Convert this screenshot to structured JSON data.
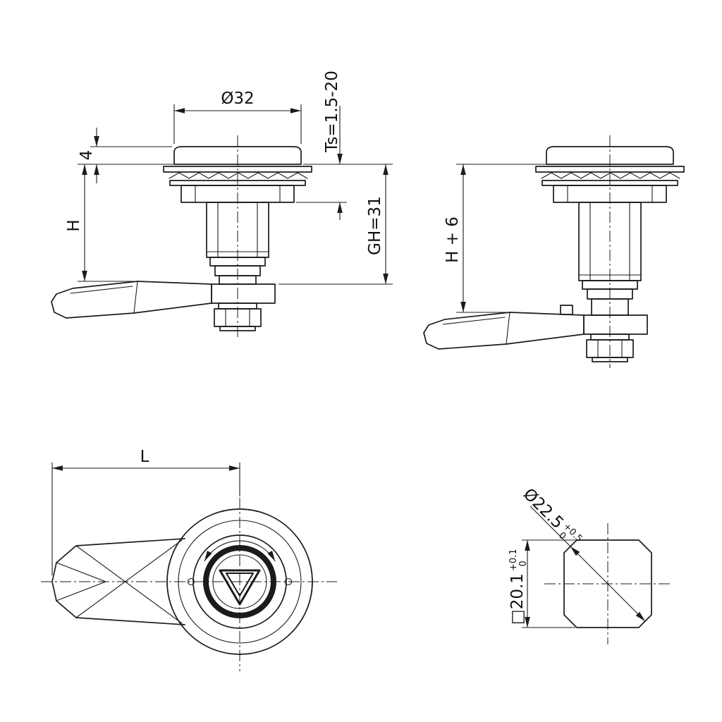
{
  "drawing": {
    "type": "technical-drawing",
    "subject": "quarter-turn compression latch with wing handle",
    "line_color": "#1b1b1b",
    "background": "#ffffff",
    "views": {
      "front": {
        "dim_diameter": "Ø32",
        "dim_panel_thickness": "Ts=1.5-20",
        "dim_head_height": "4",
        "dim_height": "H",
        "dim_grip_height": "GH=31"
      },
      "front_extended": {
        "dim_height": "H + 6"
      },
      "top": {
        "dim_length": "L"
      },
      "section": {
        "dim_across_corners": "Ø22.5",
        "dim_across_corners_tol_upper": "+0.5",
        "dim_across_corners_tol_lower": "0",
        "dim_across_flats": "□20.1",
        "dim_across_flats_tol_upper": "+0.1",
        "dim_across_flats_tol_lower": "0"
      }
    }
  }
}
